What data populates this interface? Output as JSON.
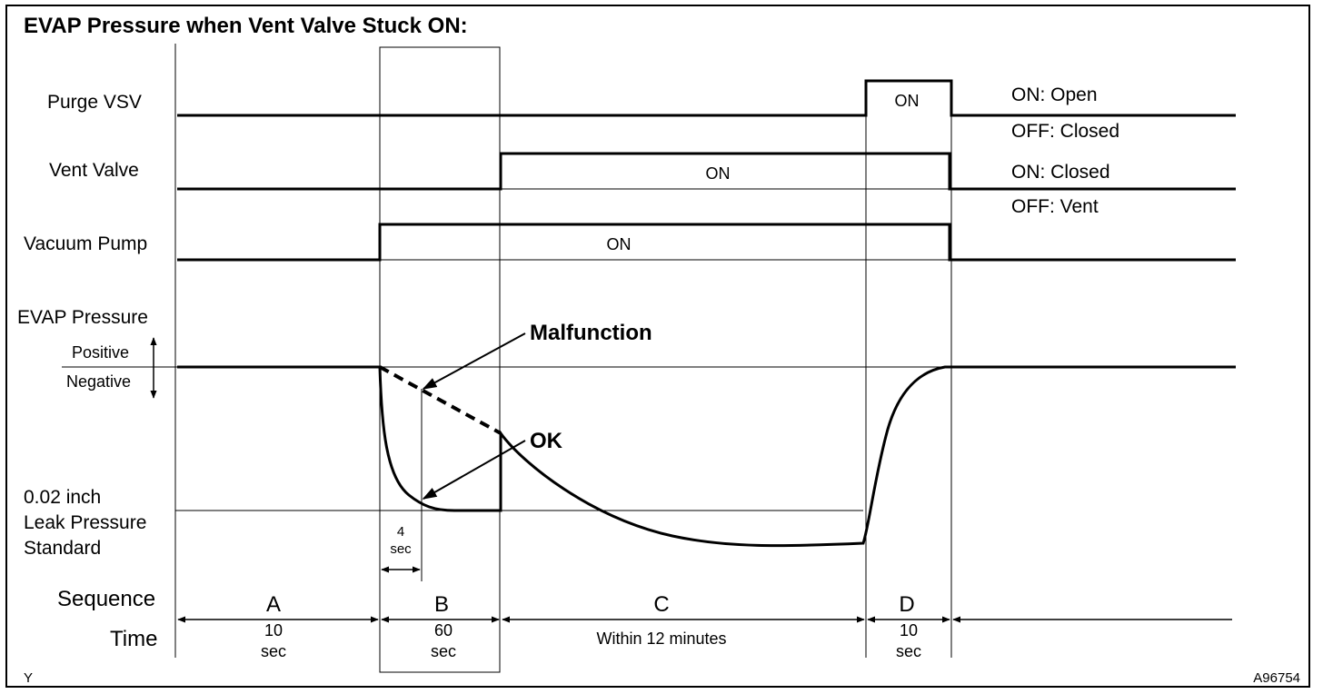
{
  "title": "EVAP Pressure when Vent Valve Stuck ON:",
  "signals": {
    "purge_vsv": "Purge VSV",
    "vent_valve": "Vent Valve",
    "vacuum_pump": "Vacuum Pump",
    "evap_pressure": "EVAP Pressure"
  },
  "pressure_axis": {
    "positive": "Positive",
    "negative": "Negative"
  },
  "leak_standard": [
    "0.02 inch",
    "Leak Pressure",
    "Standard"
  ],
  "states": {
    "purge_on": "ON",
    "vent_on": "ON",
    "pump_on": "ON"
  },
  "legend": {
    "purge_on": "ON: Open",
    "purge_off": "OFF: Closed",
    "vent_on": "ON: Closed",
    "vent_off": "OFF: Vent"
  },
  "annotations": {
    "malfunction": "Malfunction",
    "ok": "OK",
    "four_sec_value": "4",
    "four_sec_unit": "sec"
  },
  "row_labels": {
    "sequence": "Sequence",
    "time": "Time"
  },
  "sequences": [
    {
      "letter": "A",
      "time": [
        "10",
        "sec"
      ]
    },
    {
      "letter": "B",
      "time": [
        "60",
        "sec"
      ]
    },
    {
      "letter": "C",
      "time": [
        "Within 12 minutes"
      ]
    },
    {
      "letter": "D",
      "time": [
        "10",
        "sec"
      ]
    }
  ],
  "corner_left": "Y",
  "figure_code": "A96754"
}
